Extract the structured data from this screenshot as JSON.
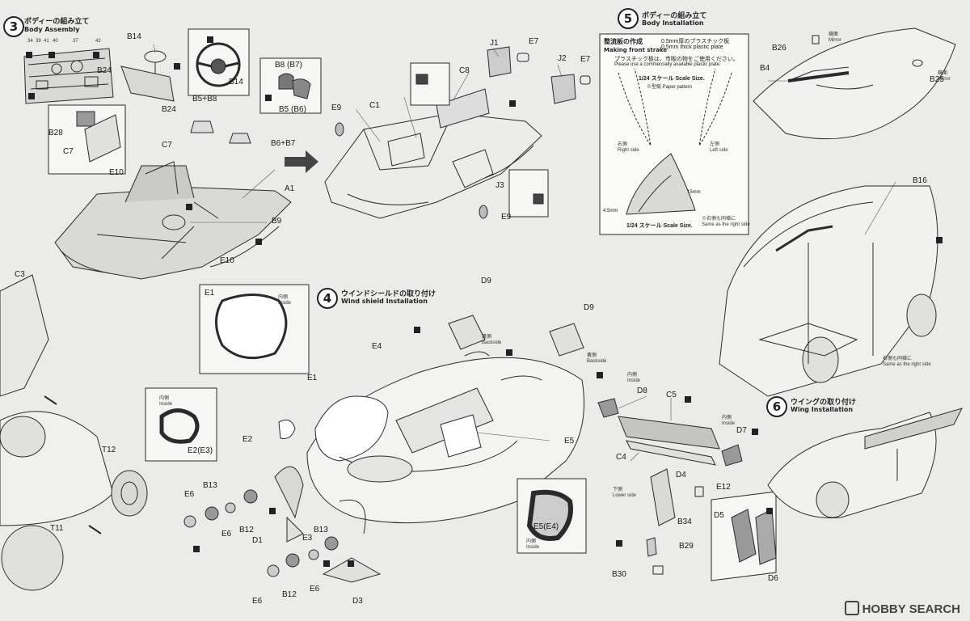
{
  "steps": {
    "s3": {
      "num": "3",
      "title_jp": "ボディーの組み立て",
      "title_en": "Body Assembly"
    },
    "s4": {
      "num": "4",
      "title_jp": "ウインドシールドの取り付け",
      "title_en": "Wind shield Installation"
    },
    "s5": {
      "num": "5",
      "title_jp": "ボディーの組み立て",
      "title_en": "Body Installation"
    },
    "s6": {
      "num": "6",
      "title_jp": "ウイングの取り付け",
      "title_en": "Wing Installation"
    }
  },
  "labels": {
    "s3": [
      "B14",
      "B14",
      "B24",
      "B8 (B7)",
      "B5+B8",
      "B5 (B6)",
      "B6+B7",
      "B28",
      "C7",
      "C7",
      "E10",
      "E10",
      "A1",
      "B9",
      "B24"
    ],
    "s3_nums": [
      "34",
      "39",
      "41",
      "40",
      "37",
      "42"
    ],
    "mid": [
      "J1",
      "E7",
      "J2",
      "E7",
      "C8",
      "E9",
      "C1",
      "J3",
      "E9"
    ],
    "s4": [
      "E1",
      "E4",
      "E1",
      "E2(E3)",
      "E2",
      "E6",
      "B13",
      "E6",
      "B12",
      "D1",
      "E3",
      "B13",
      "B12",
      "E6",
      "D3",
      "E6",
      "D9",
      "D9",
      "E5",
      "E5(E4)",
      "T12",
      "T11",
      "C3"
    ],
    "s5": [
      "B26",
      "B4",
      "B25",
      "B16"
    ],
    "s6": [
      "D8",
      "C5",
      "C4",
      "D4",
      "E12",
      "D7",
      "B34",
      "D5",
      "B29",
      "D6",
      "B30"
    ]
  },
  "mini_texts": {
    "inside": "内側\nInside",
    "backside": "裏側\nBackside",
    "lower": "下側\nLower side",
    "mirror": "鏡面\nMirror",
    "same_side": "右側も同様に\nSame as the right side"
  },
  "template": {
    "title_jp": "整流板の作成",
    "title_en": "Making front strake",
    "note1_jp": "0.5mm厚のプラスチック板",
    "note1_en": "0.5mm thick plastic plate",
    "note2_jp": "プラスチック板は、市販の物をご使用ください。",
    "note2_en": "Please use a commercially available plastic plate.",
    "scale": "1/24 スケール Scale Size.",
    "paper": "※型紙 Paper pattern",
    "right": "右側\nRight side",
    "left": "左側\nLeft side",
    "dim1": "15mm",
    "dim2": "4.5mm",
    "scale2": "1/24 スケール Scale Size.",
    "same": "※右側も同様に\nSame as the right side"
  },
  "watermark": "HOBBY SEARCH"
}
